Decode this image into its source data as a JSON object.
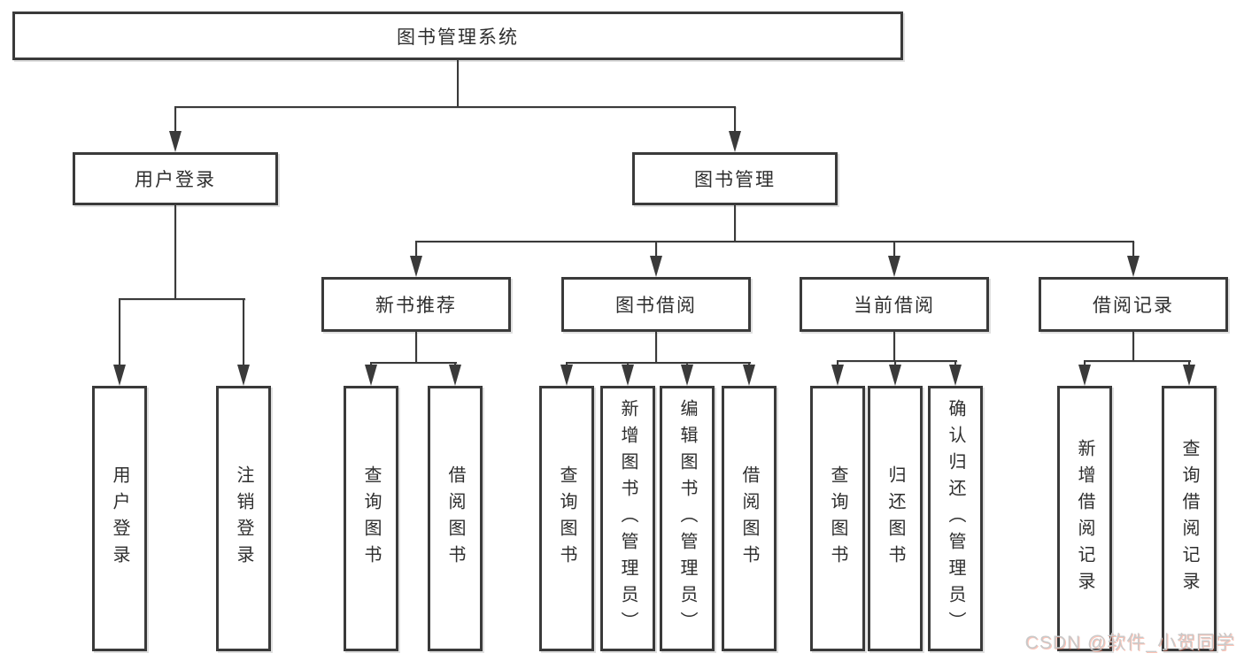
{
  "colors": {
    "line": "#3a3a3a",
    "text": "#2e2e2e",
    "watermark": "#c9c9c9"
  },
  "tree": {
    "label": "图书管理系统",
    "children": [
      {
        "label": "用户登录",
        "children": [
          {
            "label": "用户登录"
          },
          {
            "label": "注销登录"
          }
        ]
      },
      {
        "label": "图书管理",
        "children": [
          {
            "label": "新书推荐",
            "children": [
              {
                "label": "查询图书"
              },
              {
                "label": "借阅图书"
              }
            ]
          },
          {
            "label": "图书借阅",
            "children": [
              {
                "label": "查询图书"
              },
              {
                "label": "新增图书（管理员）"
              },
              {
                "label": "编辑图书（管理员）"
              },
              {
                "label": "借阅图书"
              }
            ]
          },
          {
            "label": "当前借阅",
            "children": [
              {
                "label": "查询图书"
              },
              {
                "label": "归还图书"
              },
              {
                "label": "确认归还（管理员）"
              }
            ]
          },
          {
            "label": "借阅记录",
            "children": [
              {
                "label": "新增借阅记录"
              },
              {
                "label": "查询借阅记录"
              }
            ]
          }
        ]
      }
    ]
  },
  "watermark": {
    "text": "CSDN @软件_小贺同学"
  }
}
